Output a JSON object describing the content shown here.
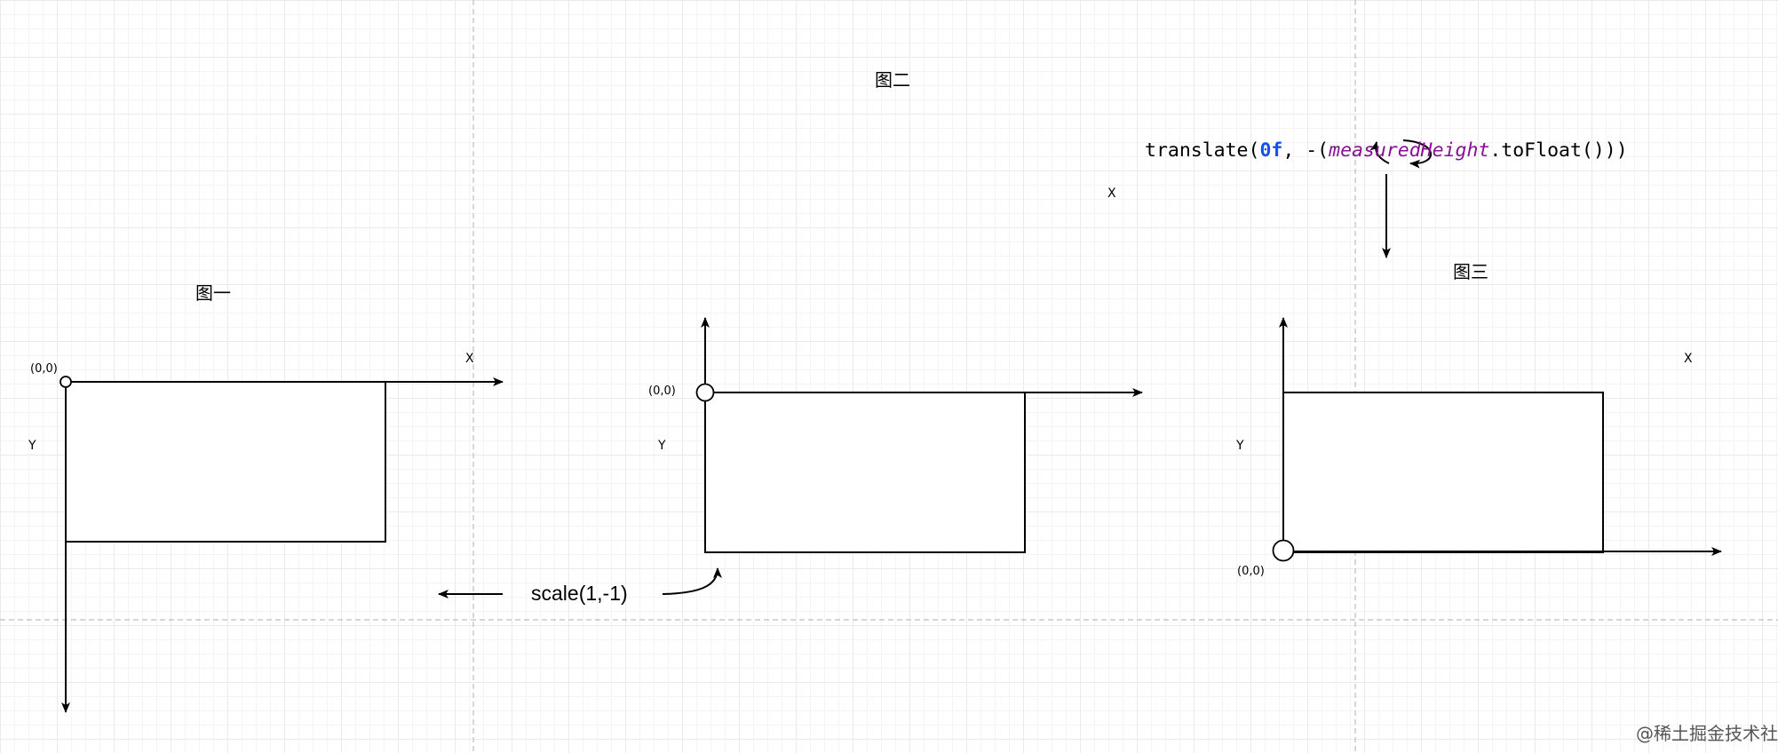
{
  "panels": [
    {
      "title": "图一",
      "x_label": "X",
      "y_label": "Y",
      "origin_label": "(0,0)"
    },
    {
      "title": "图二",
      "x_label": "X",
      "y_label": "Y",
      "origin_label": "(0,0)"
    },
    {
      "title": "图三",
      "x_label": "X",
      "y_label": "Y",
      "origin_label": "(0,0)"
    }
  ],
  "operations": {
    "scale": "scale(1,-1)",
    "translate": {
      "fn": "translate(",
      "arg_number": "0f",
      "sep": ", -(",
      "field": "measuredHeight",
      "tail": ".toFloat()))"
    }
  },
  "watermark": "@稀土掘金技术社区",
  "colors": {
    "stroke": "#000000",
    "guide": "#bdbdbd",
    "number": "#1750eb",
    "field": "#871094"
  }
}
